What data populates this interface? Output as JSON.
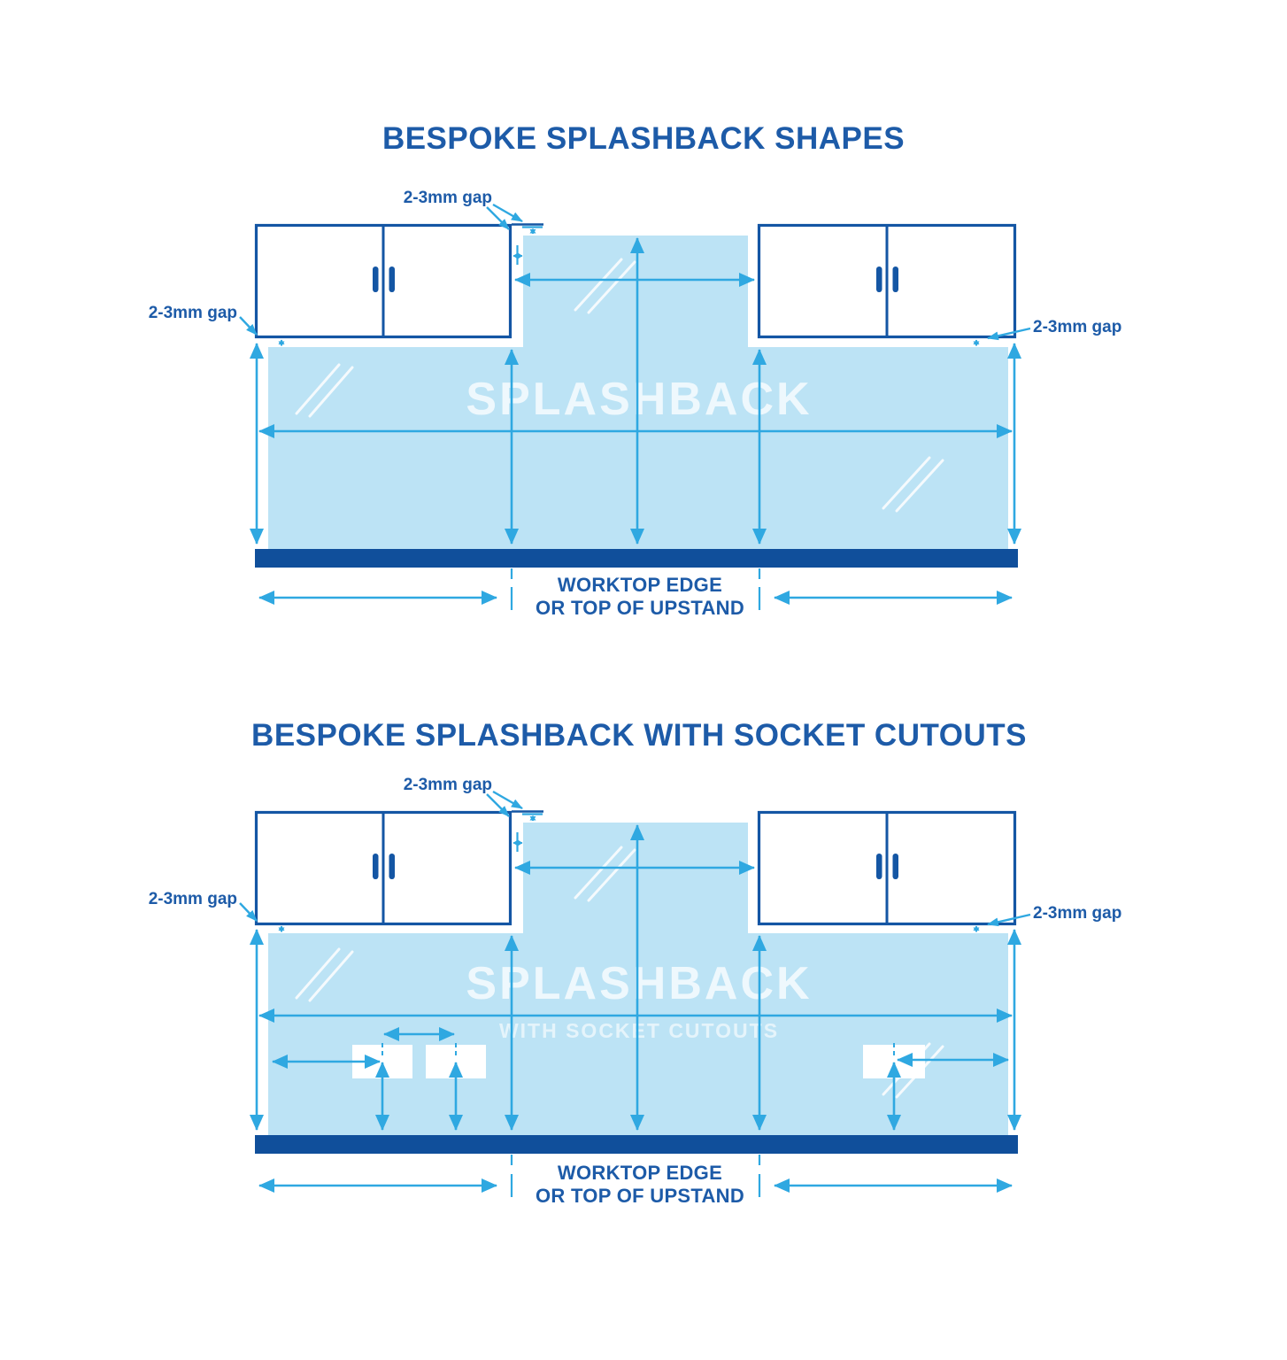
{
  "colors": {
    "title_text_blue": "#1D5BA8",
    "cabinet_line_blue": "#1456A4",
    "worktop_blue": "#104F9B",
    "dimension_arrow_blue": "#2FA8E1",
    "splashback_glass_blue": "#BCE3F5",
    "watermark_white": "rgba(255,255,255,0.75)"
  },
  "diagram1": {
    "title": "BESPOKE SPLASHBACK SHAPES",
    "watermark": "SPLASHBACK",
    "gap_label_top": "2-3mm gap",
    "gap_label_left": "2-3mm gap",
    "gap_label_right": "2-3mm gap",
    "worktop_label_line1": "WORKTOP EDGE",
    "worktop_label_line2": "OR TOP OF UPSTAND"
  },
  "diagram2": {
    "title": "BESPOKE SPLASHBACK WITH SOCKET CUTOUTS",
    "watermark": "SPLASHBACK",
    "watermark_subtitle": "WITH SOCKET CUTOUTS",
    "gap_label_top": "2-3mm gap",
    "gap_label_left": "2-3mm gap",
    "gap_label_right": "2-3mm gap",
    "worktop_label_line1": "WORKTOP EDGE",
    "worktop_label_line2": "OR TOP OF UPSTAND"
  }
}
